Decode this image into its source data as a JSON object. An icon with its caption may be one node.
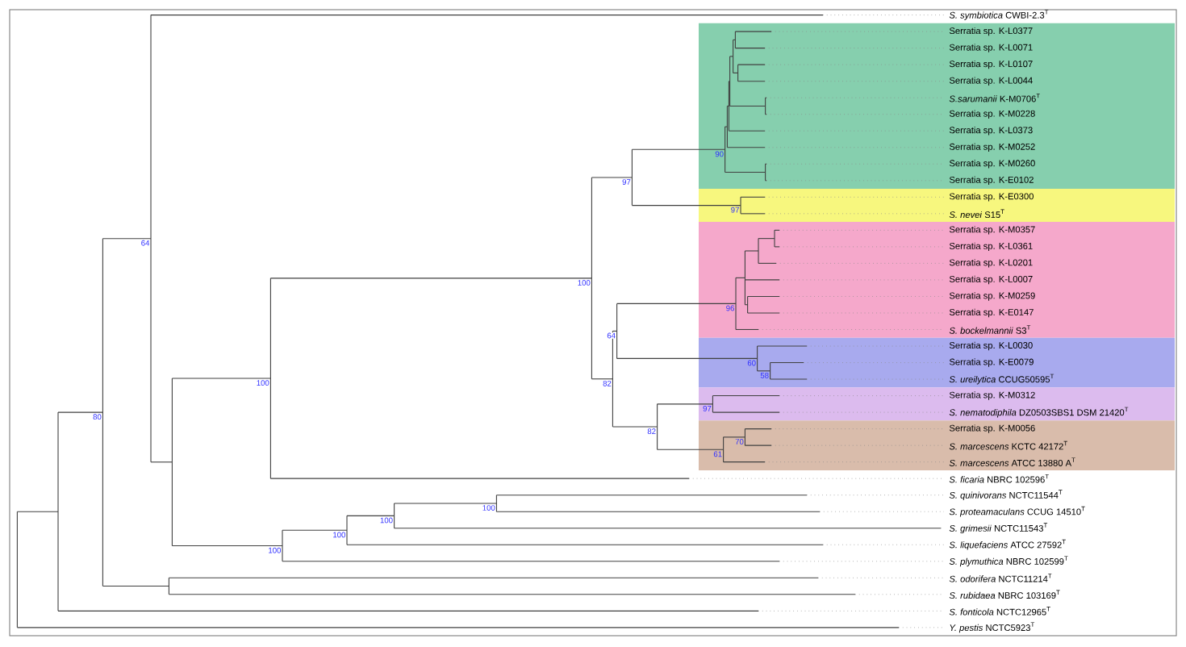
{
  "diagram": {
    "labels": [
      "*S. symbiotica* CWBI-2.3$^{T}$",
      "Serratia sp. K-L0377",
      "Serratia sp. K-L0071",
      "Serratia sp. K-L0107",
      "Serratia sp. K-L0044",
      "*S.sarumanii* K-M0706$^{T}$",
      "Serratia sp. K-M0228",
      "Serratia sp. K-L0373",
      "Serratia sp. K-M0252",
      "Serratia sp. K-M0260",
      "Serratia sp. K-E0102",
      "Serratia sp. K-E0300",
      "*S. nevei* S15$^{T}$",
      "Serratia sp. K-M0357",
      "Serratia sp. K-L0361",
      "Serratia sp. K-L0201",
      "Serratia sp. K-L0007",
      "Serratia sp. K-M0259",
      "Serratia sp. K-E0147",
      "*S. bockelmannii* S3$^{T}$",
      "Serratia sp. K-L0030",
      "Serratia sp. K-E0079",
      "*S. ureilytica* CCUG50595$^{T}$",
      "Serratia sp. K-M0312",
      "*S. nematodiphila* DZ0503SBS1 DSM 21420$^{T}$",
      "Serratia sp. K-M0056",
      "*S. marcescens* KCTC 42172$^{T}$",
      "*S. marcescens* ATCC 13880 A$^{T}$",
      "*S. ficaria* NBRC 102596$^{T}$",
      "*S. quinivorans* NCTC11544$^{T}$",
      "*S. proteamaculans* CCUG 14510$^{T}$",
      "*S. grimesii* NCTC11543$^{T}$",
      "*S. liquefaciens* ATCC 27592$^{T}$",
      "*S. plymuthica* NBRC 102599$^{T}$",
      "*S. odorifera* NCTC11214$^{T}$",
      "*S. rubidaea* NBRC 103169$^{T}$",
      "*S. fonticola* NCTC12965$^{T}$",
      "*Y. pestis* NCTC5923$^{T}$",
      "90",
      "97",
      "97",
      "64",
      "100",
      "96",
      "64",
      "60",
      "58",
      "100",
      "82",
      "97",
      "80",
      "82",
      "70",
      "61",
      "100",
      "100",
      "100",
      "100"
    ]
  }
}
